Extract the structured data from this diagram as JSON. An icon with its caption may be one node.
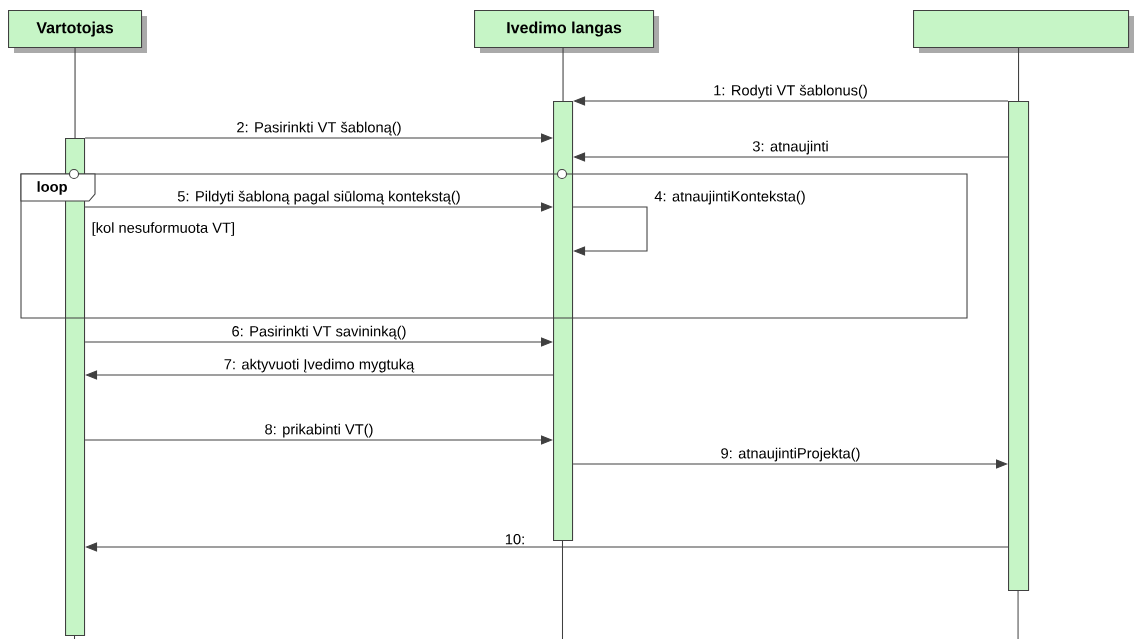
{
  "diagram": {
    "nodes": [
      {
        "text": [
          "Vartotojas"
        ]
      },
      {
        "text": [
          "Ivedimo langas"
        ]
      },
      {
        "text": [],
        "shape": "box"
      },
      {
        "text": [],
        "shape": "bar"
      },
      {
        "text": [],
        "shape": "bar"
      },
      {
        "text": [],
        "shape": "bar"
      }
    ],
    "labels": [
      "loop",
      "[kol nesuformuota VT]"
    ],
    "edges": [
      {
        "from": 5,
        "to": 4,
        "arrow": "to",
        "label": "1: Rodyti VT šablonus()"
      },
      {
        "from": 3,
        "to": 4,
        "arrow": "to",
        "label": "2: Pasirinkti VT šabloną()"
      },
      {
        "from": 5,
        "to": 4,
        "arrow": "to",
        "label": "3: atnaujinti"
      },
      {
        "from": 4,
        "to": 4,
        "arrow": "to",
        "label": "4: atnaujintiKonteksta()"
      },
      {
        "from": 3,
        "to": 4,
        "arrow": "to",
        "label": "5: Pildyti šabloną pagal siūlomą kontekstą()"
      },
      {
        "from": 3,
        "to": 4,
        "arrow": "to",
        "label": "6: Pasirinkti VT savininką()"
      },
      {
        "from": 4,
        "to": 3,
        "arrow": "to",
        "label": "7: aktyvuoti Įvedimo mygtuką"
      },
      {
        "from": 3,
        "to": 4,
        "arrow": "to",
        "label": "8: prikabinti VT()"
      },
      {
        "from": 4,
        "to": 5,
        "arrow": "to",
        "label": "9: atnaujintiProjekta()"
      },
      {
        "from": 5,
        "to": 3,
        "arrow": "to",
        "label": "10:"
      },
      {
        "from": 0,
        "to": 3,
        "arrow": "none"
      },
      {
        "from": 1,
        "to": 4,
        "arrow": "none"
      },
      {
        "from": 2,
        "to": 5,
        "arrow": "none"
      }
    ]
  }
}
